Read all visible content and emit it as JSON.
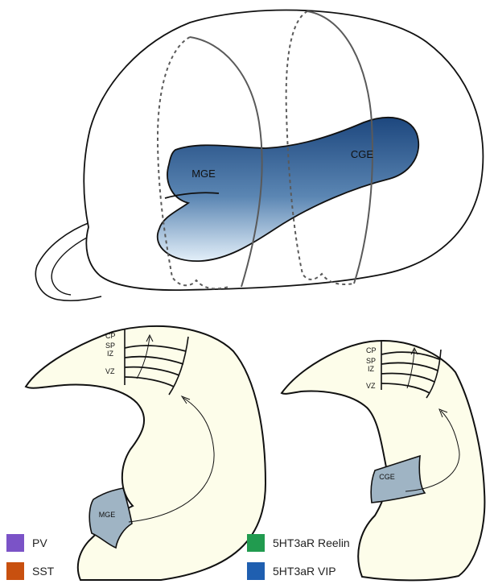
{
  "brain": {
    "mge_label": "MGE",
    "cge_label": "CGE"
  },
  "sections": {
    "left": {
      "layers": [
        "CP",
        "SP",
        "IZ",
        "VZ"
      ],
      "region_label": "MGE"
    },
    "right": {
      "layers": [
        "CP",
        "SP",
        "IZ",
        "VZ"
      ],
      "region_label": "CGE"
    }
  },
  "legend": {
    "items": [
      {
        "label": "PV",
        "color": "#7b53c7"
      },
      {
        "label": "SST",
        "color": "#c8500f"
      },
      {
        "label": "5HT3aR Reelin",
        "color": "#219b4f"
      },
      {
        "label": "5HT3aR VIP",
        "color": "#1f5fb0"
      }
    ]
  },
  "colors": {
    "section_fill": "#fdfdea",
    "region_fill": "#9fb4c4",
    "eminence_dark": "#1e4a80",
    "eminence_light": "#dcebf8"
  }
}
